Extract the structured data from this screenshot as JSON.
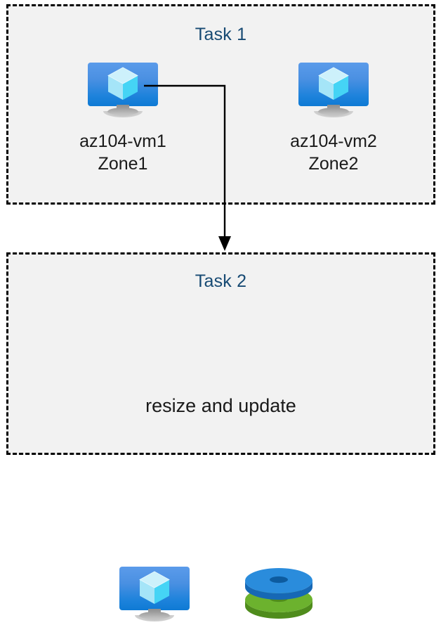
{
  "diagram": {
    "title": "Azure VM tasks diagram",
    "background_color": "#ffffff",
    "box_fill_color": "#f2f2f2",
    "box_border_color": "#000000",
    "box_border_style": "dashed",
    "title_color": "#174A73",
    "label_color": "#1a1a1a",
    "connector_color": "#000000"
  },
  "task1": {
    "title": "Task 1",
    "nodes": [
      {
        "id": "vm1",
        "icon": "virtual-machine-icon",
        "label": "az104-vm1\nZone1",
        "name": "az104-vm1",
        "zone": "Zone1"
      },
      {
        "id": "vm2",
        "icon": "virtual-machine-icon",
        "label": "az104-vm2\nZone2",
        "name": "az104-vm2",
        "zone": "Zone2"
      }
    ]
  },
  "task2": {
    "title": "Task 2",
    "caption": "resize and update",
    "nodes": [
      {
        "id": "vm-task2",
        "icon": "virtual-machine-icon",
        "label": ""
      },
      {
        "id": "disk-task2",
        "icon": "managed-disks-icon",
        "label": "",
        "colors": {
          "top_disk": "#2a8cdc",
          "bottom_disk": "#6cb22e"
        }
      }
    ]
  },
  "connector": {
    "from": "vm1",
    "to": "task2",
    "arrow_head": "down-arrow-icon",
    "style": "elbow"
  },
  "icon_colors": {
    "vm_screen_top": "#5b9bea",
    "vm_screen_bottom": "#0f7ad4",
    "vm_cube_top": "#cdf1fb",
    "vm_cube_left": "#9fe2f7",
    "vm_cube_right": "#3fd3f5",
    "vm_stand": "#b4b4b4"
  }
}
